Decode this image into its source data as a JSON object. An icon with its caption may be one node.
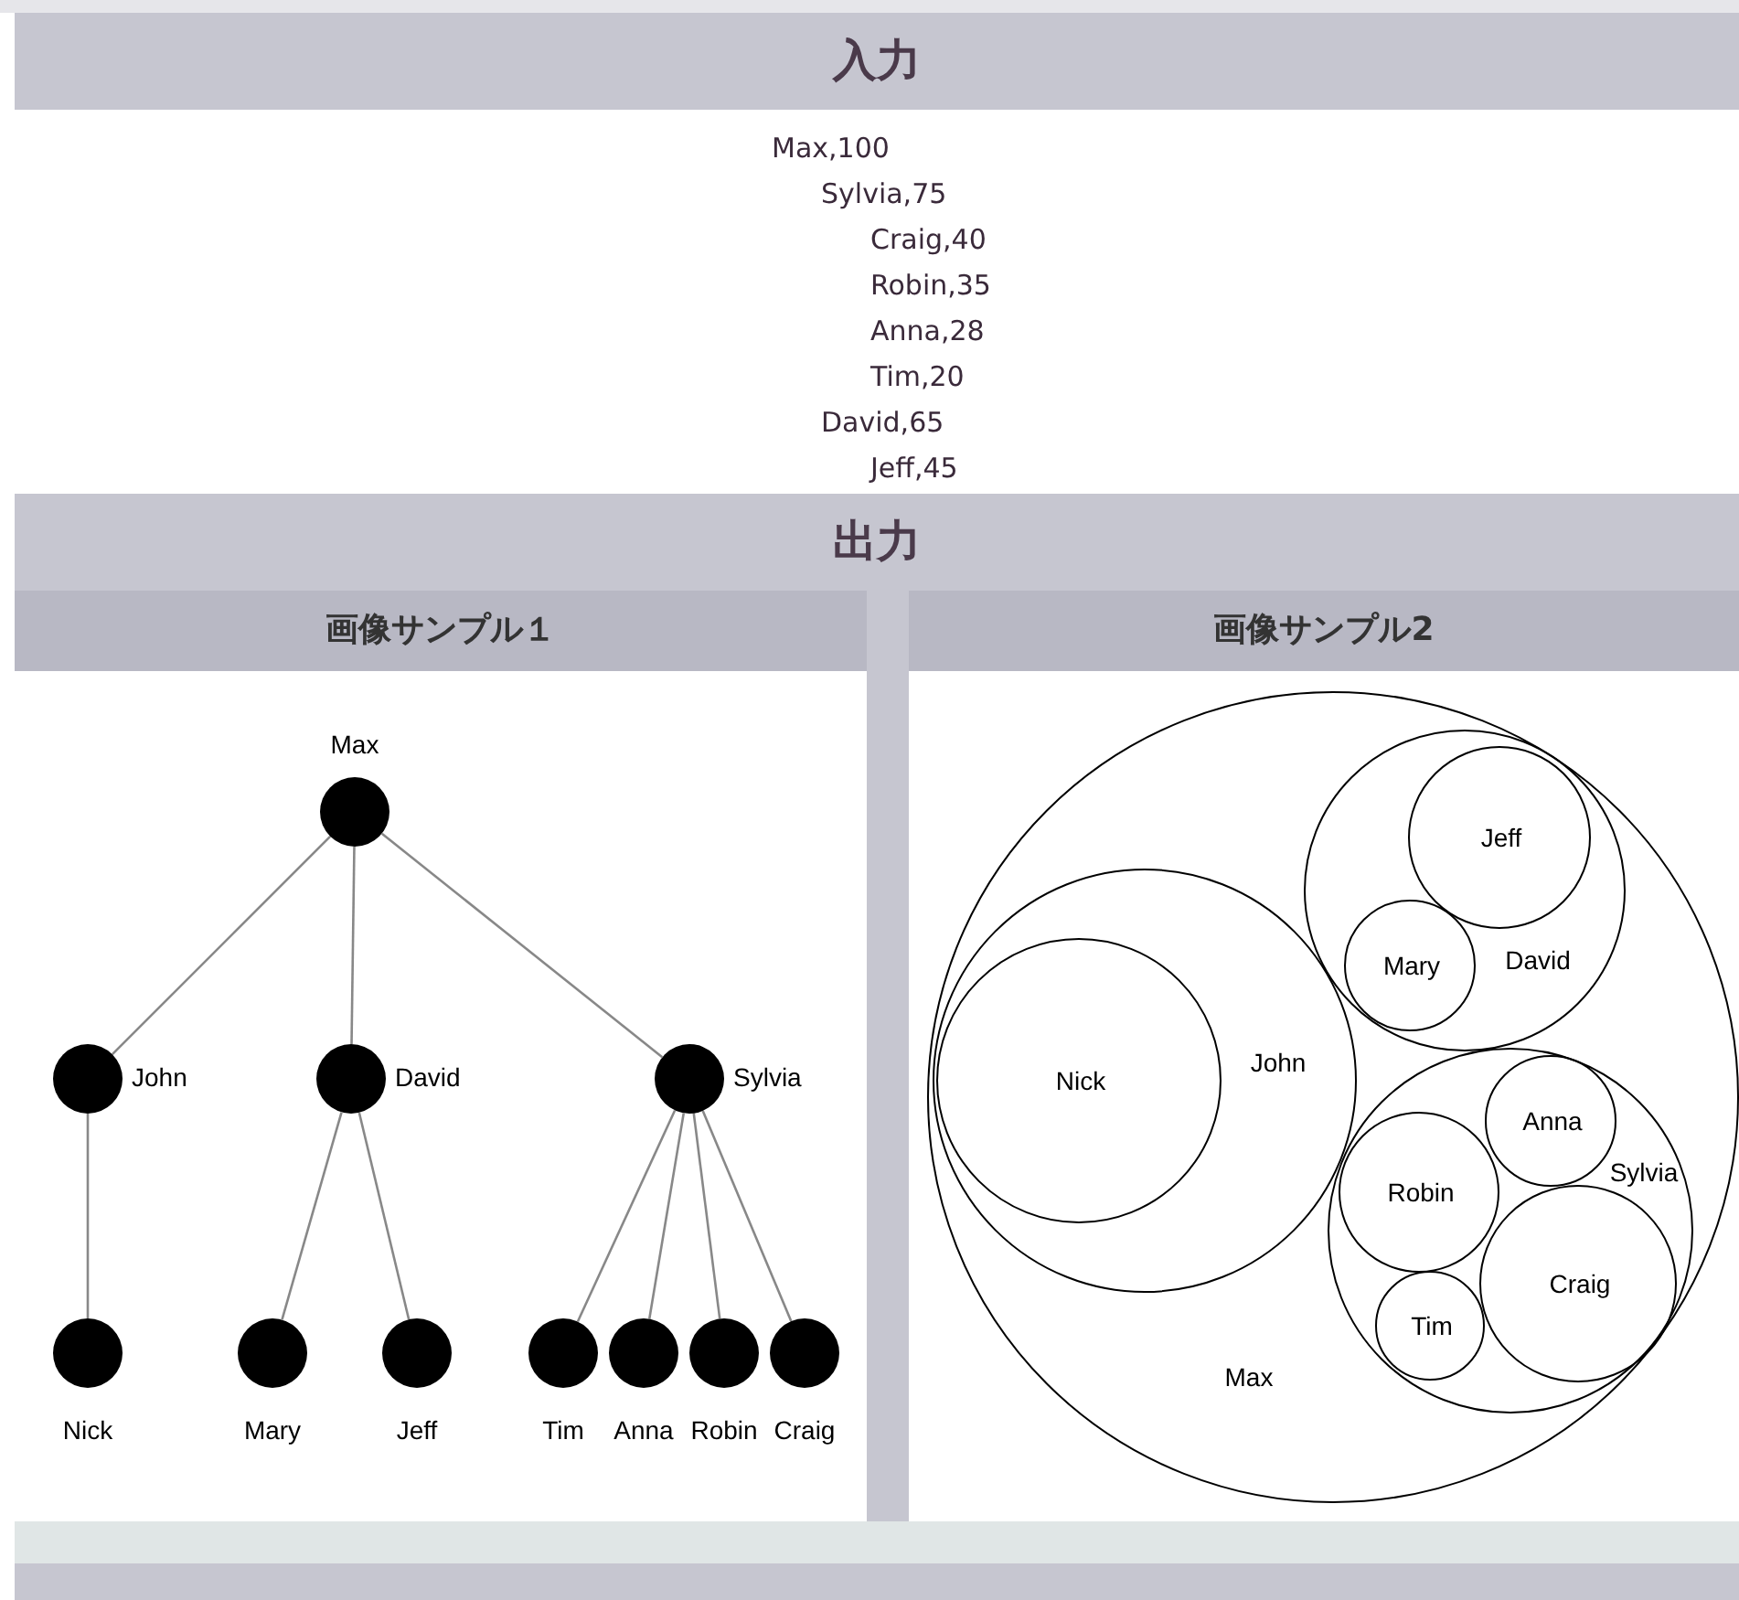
{
  "diagram": {
    "nodes": [
      {
        "text": [
          "Max"
        ]
      },
      {
        "text": [
          "John"
        ]
      },
      {
        "text": [
          "David"
        ]
      },
      {
        "text": [
          "Sylvia"
        ]
      },
      {
        "text": [
          "Nick"
        ]
      },
      {
        "text": [
          "Mary"
        ]
      },
      {
        "text": [
          "Jeff"
        ]
      },
      {
        "text": [
          "Tim"
        ]
      },
      {
        "text": [
          "Anna"
        ]
      },
      {
        "text": [
          "Robin"
        ]
      },
      {
        "text": [
          "Craig"
        ]
      },
      {
        "text": [
          "Max"
        ]
      },
      {
        "text": [
          "John"
        ],
        "in": 11
      },
      {
        "text": [
          "Nick"
        ],
        "in": 12
      },
      {
        "text": [
          "David"
        ],
        "in": 11
      },
      {
        "text": [
          "Jeff"
        ],
        "in": 14
      },
      {
        "text": [
          "Mary"
        ],
        "in": 14
      },
      {
        "text": [
          "Sylvia"
        ],
        "in": 11
      },
      {
        "text": [
          "Anna"
        ],
        "in": 17
      },
      {
        "text": [
          "Robin"
        ],
        "in": 17
      },
      {
        "text": [
          "Craig"
        ],
        "in": 17
      },
      {
        "text": [
          "Tim"
        ],
        "in": 17
      }
    ],
    "edges": [
      {
        "from": 0,
        "to": 1,
        "arrow": "none"
      },
      {
        "from": 0,
        "to": 2,
        "arrow": "none"
      },
      {
        "from": 0,
        "to": 3,
        "arrow": "none"
      },
      {
        "from": 1,
        "to": 4,
        "arrow": "none"
      },
      {
        "from": 2,
        "to": 5,
        "arrow": "none"
      },
      {
        "from": 2,
        "to": 6,
        "arrow": "none"
      },
      {
        "from": 3,
        "to": 7,
        "arrow": "none"
      },
      {
        "from": 3,
        "to": 8,
        "arrow": "none"
      },
      {
        "from": 3,
        "to": 9,
        "arrow": "none"
      },
      {
        "from": 3,
        "to": 10,
        "arrow": "none"
      }
    ],
    "labels": [
      "入力",
      "Max,100",
      "Sylvia,75",
      "Craig,40",
      "Robin,35",
      "Anna,28",
      "Tim,20",
      "David,65",
      "Jeff,45",
      "出力",
      "画像サンプル１",
      "画像サンプル2"
    ]
  }
}
